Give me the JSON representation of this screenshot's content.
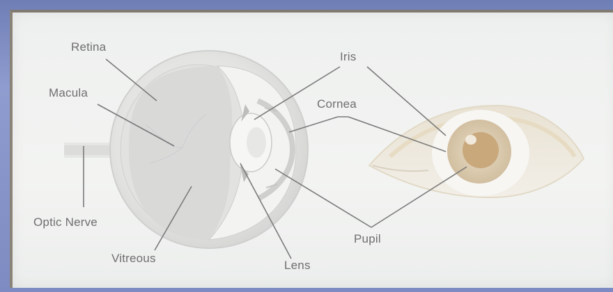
{
  "labels": {
    "retina": "Retina",
    "macula": "Macula",
    "optic_nerve": "Optic Nerve",
    "vitreous": "Vitreous",
    "lens": "Lens",
    "iris": "Iris",
    "cornea": "Cornea",
    "pupil": "Pupil"
  },
  "colors": {
    "background": "#7d8bc2",
    "slide": "#f0f1f0",
    "line": "#7a7a7a",
    "label": "#6e6e6e",
    "iris": "#d9c8ab",
    "pupil": "#c9a87c"
  }
}
